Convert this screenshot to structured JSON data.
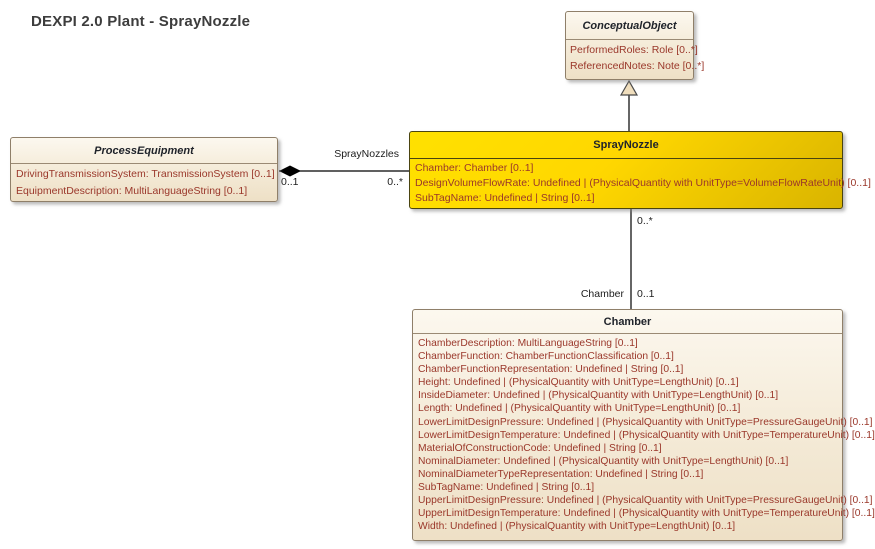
{
  "diagram": {
    "title": "DEXPI 2.0 Plant - SprayNozzle"
  },
  "colors": {
    "class_fill_top": "#FCF8EF",
    "class_fill_bottom": "#EEE0C6",
    "class_border": "#8F7F69",
    "highlight_fill_top": "#FFE100",
    "highlight_fill_bottom": "#D9B400",
    "highlight_border": "#4A4410",
    "attribute_text": "#9A372A",
    "title_text": "#3D3D3D",
    "connector_line": "#000000"
  },
  "classes": {
    "conceptual_object": {
      "name": "ConceptualObject",
      "abstract": true,
      "attributes": [
        "PerformedRoles: Role [0..*]",
        "ReferencedNotes: Note [0..*]"
      ]
    },
    "process_equipment": {
      "name": "ProcessEquipment",
      "abstract": true,
      "attributes": [
        "DrivingTransmissionSystem: TransmissionSystem [0..1]",
        "EquipmentDescription: MultiLanguageString [0..1]"
      ]
    },
    "spray_nozzle": {
      "name": "SprayNozzle",
      "abstract": false,
      "attributes": [
        "Chamber: Chamber [0..1]",
        "DesignVolumeFlowRate: Undefined | (PhysicalQuantity with UnitType=VolumeFlowRateUnit) [0..1]",
        "SubTagName: Undefined | String [0..1]"
      ]
    },
    "chamber": {
      "name": "Chamber",
      "abstract": false,
      "attributes": [
        "ChamberDescription: MultiLanguageString [0..1]",
        "ChamberFunction: ChamberFunctionClassification [0..1]",
        "ChamberFunctionRepresentation: Undefined | String [0..1]",
        "Height: Undefined | (PhysicalQuantity with UnitType=LengthUnit) [0..1]",
        "InsideDiameter: Undefined | (PhysicalQuantity with UnitType=LengthUnit) [0..1]",
        "Length: Undefined | (PhysicalQuantity with UnitType=LengthUnit) [0..1]",
        "LowerLimitDesignPressure: Undefined | (PhysicalQuantity with UnitType=PressureGaugeUnit) [0..1]",
        "LowerLimitDesignTemperature: Undefined | (PhysicalQuantity with UnitType=TemperatureUnit) [0..1]",
        "MaterialOfConstructionCode: Undefined | String [0..1]",
        "NominalDiameter: Undefined | (PhysicalQuantity with UnitType=LengthUnit) [0..1]",
        "NominalDiameterTypeRepresentation: Undefined | String [0..1]",
        "SubTagName: Undefined | String [0..1]",
        "UpperLimitDesignPressure: Undefined | (PhysicalQuantity with UnitType=PressureGaugeUnit) [0..1]",
        "UpperLimitDesignTemperature: Undefined | (PhysicalQuantity with UnitType=TemperatureUnit) [0..1]",
        "Width: Undefined | (PhysicalQuantity with UnitType=LengthUnit) [0..1]"
      ]
    }
  },
  "relations": {
    "composition": {
      "label": "SprayNozzles",
      "source_multiplicity": "0..1",
      "target_multiplicity": "0..*"
    },
    "association": {
      "label": "Chamber",
      "top_multiplicity": "0..*",
      "bottom_multiplicity": "0..1"
    }
  }
}
